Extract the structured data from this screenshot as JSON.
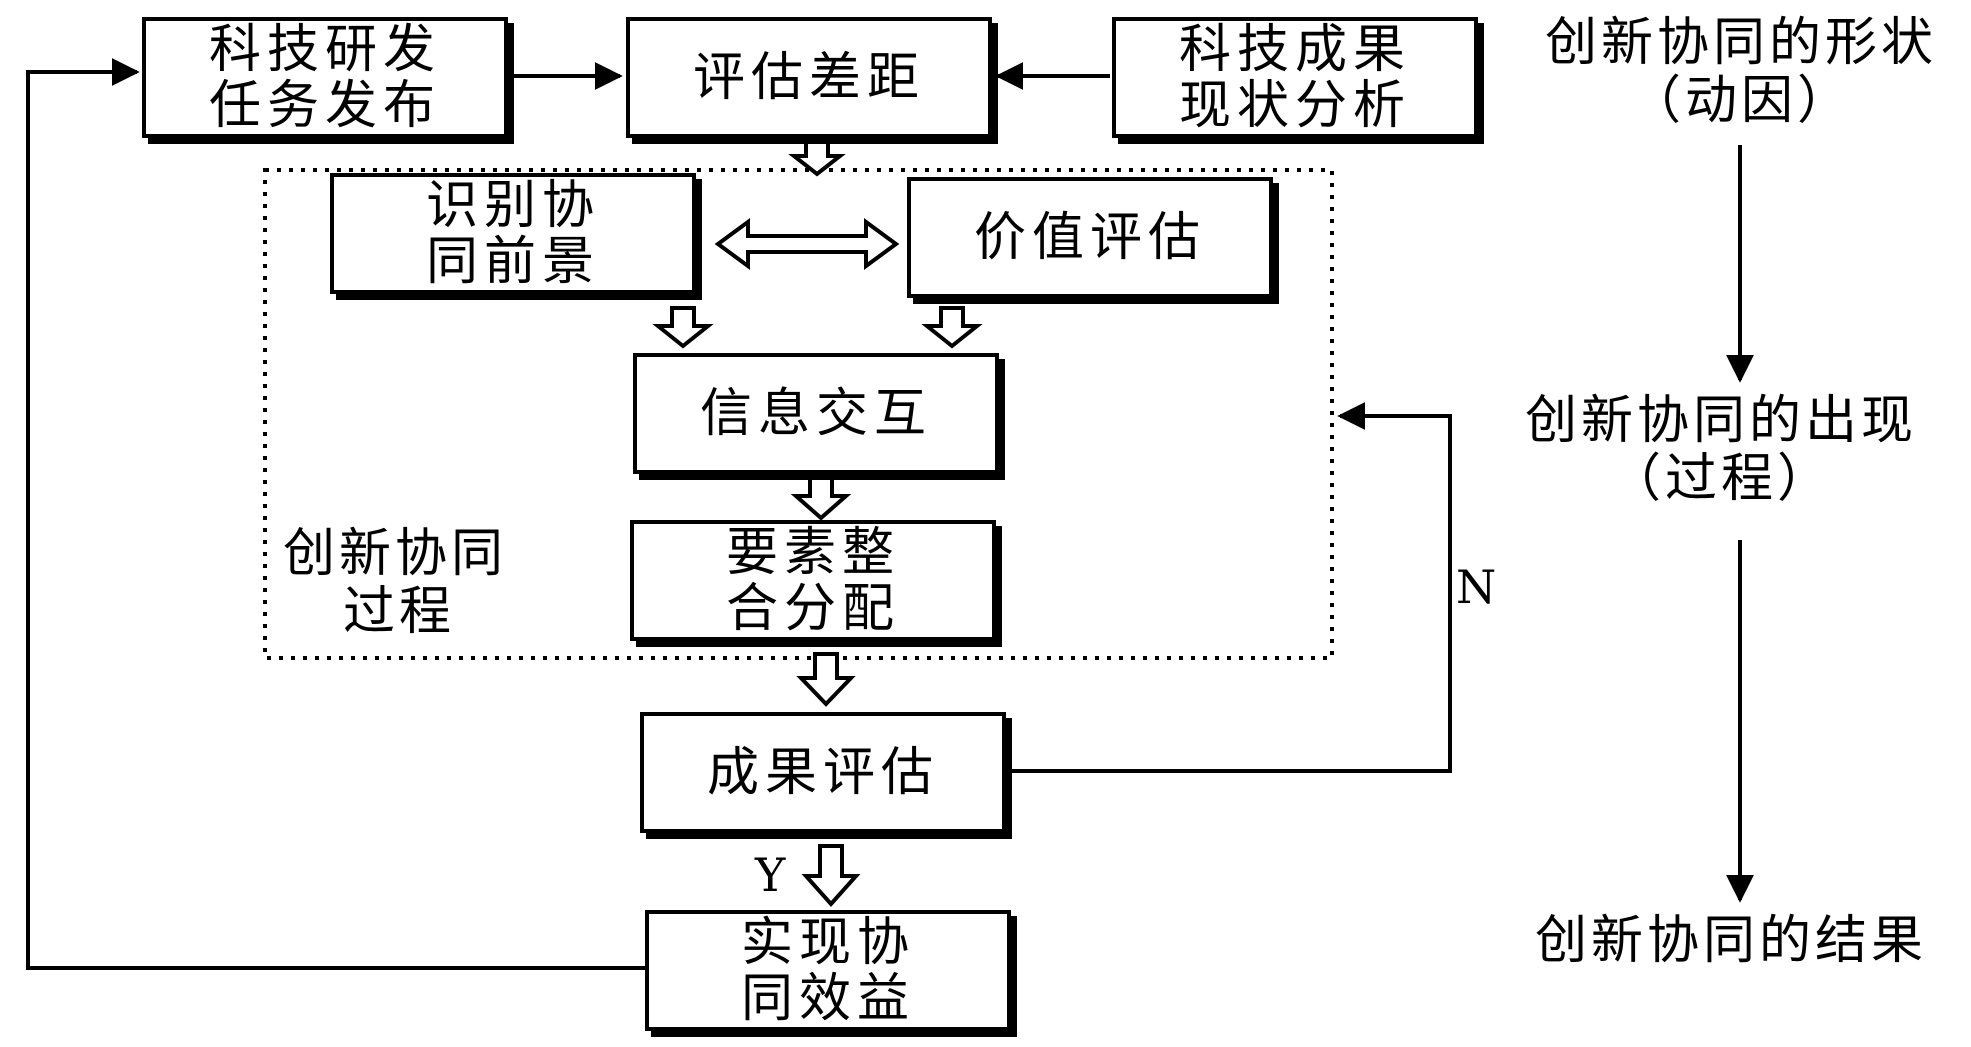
{
  "boxes": {
    "rd_task": [
      "科技研发",
      "任务发布"
    ],
    "evaluate_gap": [
      "评估差距"
    ],
    "status_analysis": [
      "科技成果",
      "现状分析"
    ],
    "identify_prospect": [
      "识别协",
      "同前景"
    ],
    "value_assessment": [
      "价值评估"
    ],
    "info_exchange": [
      "信息交互"
    ],
    "factor_integration": [
      "要素整",
      "合分配"
    ],
    "result_assessment": [
      "成果评估"
    ],
    "realize_benefit": [
      "实现协",
      "同效益"
    ]
  },
  "process_label": [
    "创新协同",
    "过程"
  ],
  "branch_labels": {
    "no": "N",
    "yes": "Y"
  },
  "stages": {
    "form": [
      "创新协同的形状",
      "（动因）"
    ],
    "emergence": [
      "创新协同的出现",
      "（过程）"
    ],
    "result": [
      "创新协同的结果"
    ]
  }
}
